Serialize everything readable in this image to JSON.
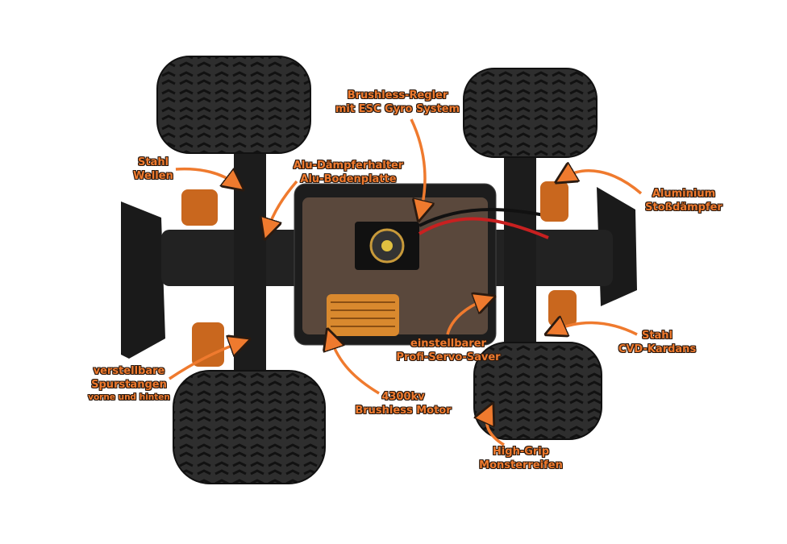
{
  "colors": {
    "label": "#ef7a2e",
    "outline": "#2a1a10",
    "tire": "#2b2b2b",
    "chassis": "#1d1d1d",
    "motor": "#d9892e"
  },
  "labels": {
    "esc": {
      "line1": "Brushless-Regler",
      "line2": "mit ESC Gyro System"
    },
    "shafts": {
      "line1": "Stahl",
      "line2": "Wellen"
    },
    "mounts": {
      "line1": "Alu-Dämpferhalter",
      "line2": "Alu-Bodenplatte"
    },
    "shocks": {
      "line1": "Aluminium",
      "line2": "Stoßdämpfer"
    },
    "cvd": {
      "line1": "Stahl",
      "line2": "CVD-Kardans"
    },
    "servo": {
      "line1": "einstellbarer",
      "line2": "Profi-Servo-Saver"
    },
    "tierods": {
      "line1": "verstellbare",
      "line2": "Spurstangen",
      "line3": "vorne und hinten"
    },
    "motor": {
      "line1": "4300kv",
      "line2": "Brushless Motor"
    },
    "tires": {
      "line1": "High-Grip",
      "line2": "Monsterreifen"
    }
  }
}
